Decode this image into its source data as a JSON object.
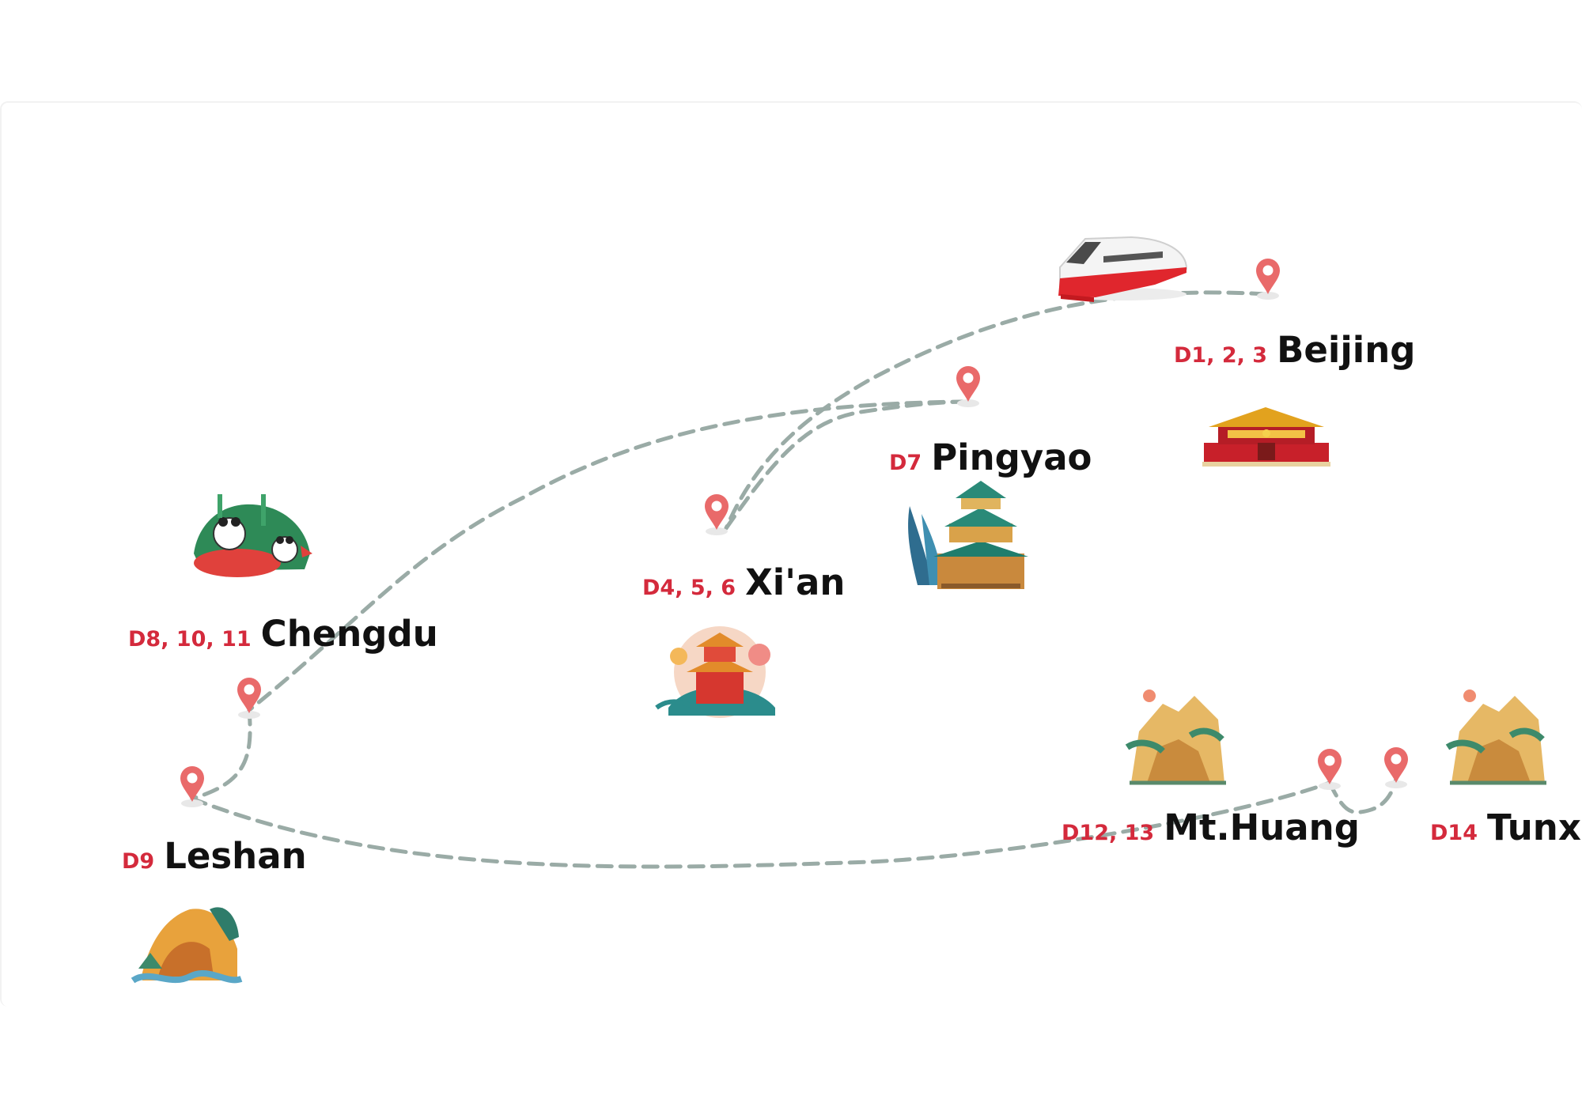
{
  "colors": {
    "route": "#9aaba6",
    "pin": "#e96a6a",
    "day_text": "#d42a3c",
    "city_text": "#111111"
  },
  "icons": [
    "train-illustration",
    "map-pin-icon",
    "tiananmen-illustration",
    "pingyao-tower-illustration",
    "xian-pagoda-illustration",
    "chengdu-panda-illustration",
    "huangshan-mountain-illustration",
    "leshan-buddha-illustration"
  ],
  "stops": [
    {
      "id": "beijing",
      "days": "D1, 2, 3",
      "city": "Beijing"
    },
    {
      "id": "xian",
      "days": "D4, 5, 6",
      "city": "Xi'an"
    },
    {
      "id": "pingyao",
      "days": "D7",
      "city": "Pingyao"
    },
    {
      "id": "chengdu",
      "days": "D8, 10, 11",
      "city": "Chengdu"
    },
    {
      "id": "leshan",
      "days": "D9",
      "city": "Leshan"
    },
    {
      "id": "mthuang",
      "days": "D12, 13",
      "city": "Mt.Huang"
    },
    {
      "id": "tunxi",
      "days": "D14",
      "city": "Tunxi"
    }
  ]
}
